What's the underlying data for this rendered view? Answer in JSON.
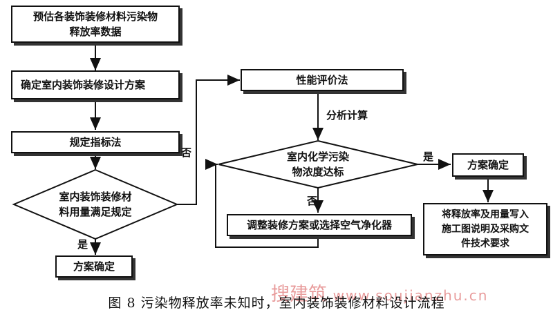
{
  "nodes": {
    "estimate": "预估各装饰装修材料污染物\n释放率数据",
    "design_plan": "确定室内装饰装修设计方案",
    "index_method": "规定指标法",
    "usage_check": "室内装饰装修材\n料用量满足规定",
    "plan_confirm_left": "方案确定",
    "performance_eval": "性能评价法",
    "concentration_check": "室内化学污染\n物浓度达标",
    "plan_confirm_right": "方案确定",
    "adjust_plan": "调整装修方案或选择空气净化器",
    "write_requirements": "将释放率及用量写入\n施工图说明及采购文\n件技术要求"
  },
  "edge_labels": {
    "usage_no": "否",
    "usage_yes": "是",
    "calc": "分析计算",
    "conc_yes": "是",
    "conc_no": "否"
  },
  "caption": "图 8    污染物释放率未知时，室内装饰装修材料设计流程",
  "watermark": {
    "text": "搜建筑",
    "url": "www.soujianzhu.cn"
  }
}
